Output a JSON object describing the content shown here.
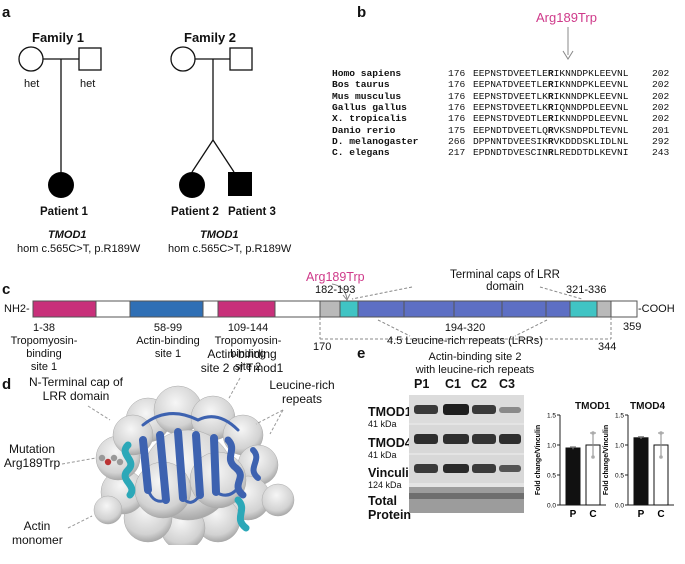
{
  "panels": {
    "a": "a",
    "b": "b",
    "c": "c",
    "d": "d",
    "e": "e"
  },
  "pedigree": {
    "family1": {
      "title": "Family 1",
      "mother_label": "het",
      "father_label": "het",
      "patient": "Patient 1",
      "gene": "TMOD1",
      "genotype": "hom c.565C>T, p.R189W"
    },
    "family2": {
      "title": "Family 2",
      "patient_a": "Patient 2",
      "patient_b": "Patient 3",
      "gene": "TMOD1",
      "genotype": "hom c.565C>T, p.R189W"
    }
  },
  "alignment": {
    "mutation_label": "Arg189Trp",
    "rows": [
      {
        "species": "Homo sapiens",
        "start": "176",
        "pre": "EEPNSTDVEETLE",
        "res": "R",
        "post": "IKNNDPKLEEVNL",
        "end": "202"
      },
      {
        "species": "Bos taurus",
        "start": "176",
        "pre": "EEPNATDVEETLE",
        "res": "R",
        "post": "IKNNDPKLEEVNL",
        "end": "202"
      },
      {
        "species": "Mus musculus",
        "start": "176",
        "pre": "EEPNSTDVEETLK",
        "res": "R",
        "post": "IKNNDPKLEEVNL",
        "end": "202"
      },
      {
        "species": "Gallus gallus",
        "start": "176",
        "pre": "EEPNSTDVEETLK",
        "res": "R",
        "post": "IQNNDPDLEEVNL",
        "end": "202"
      },
      {
        "species": "X. tropicalis",
        "start": "176",
        "pre": "EEPNSTDVEDTLE",
        "res": "R",
        "post": "IKNNDPDLEEVNL",
        "end": "202"
      },
      {
        "species": "Danio rerio",
        "start": "175",
        "pre": "EEPNDTDVEETLQ",
        "res": "R",
        "post": "VKSNDPDLTEVNL",
        "end": "201"
      },
      {
        "species": "D. melanogaster",
        "start": "266",
        "pre": "DPPNNTDVEESIK",
        "res": "R",
        "post": "VKDDDSKLIDLNL",
        "end": "292"
      },
      {
        "species": "C. elegans",
        "start": "217",
        "pre": "EPDNDTDVESCIN",
        "res": "R",
        "post": "LREDDTDLKEVNI",
        "end": "243"
      }
    ]
  },
  "domains": {
    "n_term": "NH2-",
    "c_term": "-COOH",
    "mutation_label": "Arg189Trp",
    "caps_label_1": "Terminal caps of LRR",
    "caps_label_2": "domain",
    "cap1_range": "182-193",
    "cap2_range": "321-336",
    "tbs1": {
      "range": "1-38",
      "l1": "Tropomyosin-",
      "l2": "binding",
      "l3": "site 1"
    },
    "abs1": {
      "range": "58-99",
      "l1": "Actin-binding",
      "l2": "site 1"
    },
    "tbs2": {
      "range": "109-144",
      "l1": "Tropomyosin-",
      "l2": "binding",
      "l3": "site 2"
    },
    "lrr": {
      "range": "194-320",
      "label": "4.5 Leucine-rich repeats (LRRs)"
    },
    "end_pos": "359",
    "abs2": {
      "start": "170",
      "end": "344",
      "l1": "Actin-binding site 2",
      "l2": "with leucine-rich repeats"
    },
    "colors": {
      "tbs": "#c8307a",
      "abs": "#2f6fb5",
      "lrr": "#5d6fc4",
      "cap": "#40c4c4",
      "grey": "#b9b9b9"
    }
  },
  "structure": {
    "label_cap_1": "N-Terminal cap of",
    "label_cap_2": "LRR domain",
    "label_abs2_1": "Actin-binding",
    "label_abs2_2": "site 2 of Tmod1",
    "label_lrr_1": "Leucine-rich",
    "label_lrr_2": "repeats",
    "label_mut_1": "Mutation",
    "label_mut_2": "Arg189Trp",
    "label_actin_1": "Actin",
    "label_actin_2": "monomer"
  },
  "blot": {
    "lanes": [
      "P1",
      "C1",
      "C2",
      "C3"
    ],
    "rows": [
      {
        "name": "TMOD1",
        "kda": "41 kDa"
      },
      {
        "name": "TMOD4",
        "kda": "41 kDa"
      },
      {
        "name": "Vinculin",
        "kda": "124 kDa"
      },
      {
        "name": "Total",
        "kda": "Protein"
      }
    ]
  },
  "chart_data": [
    {
      "type": "bar",
      "title": "TMOD1",
      "ylabel": "Fold change/Vinculin",
      "categories": [
        "P",
        "C"
      ],
      "values": [
        0.95,
        1.0
      ],
      "ylim": [
        0,
        1.5
      ],
      "yticks": [
        "0.0",
        "0.5",
        "1.0",
        "1.5"
      ]
    },
    {
      "type": "bar",
      "title": "TMOD4",
      "ylabel": "Fold change/Vinculin",
      "categories": [
        "P",
        "C"
      ],
      "values": [
        1.12,
        1.0
      ],
      "ylim": [
        0,
        1.5
      ],
      "yticks": [
        "0.0",
        "0.5",
        "1.0",
        "1.5"
      ]
    }
  ]
}
